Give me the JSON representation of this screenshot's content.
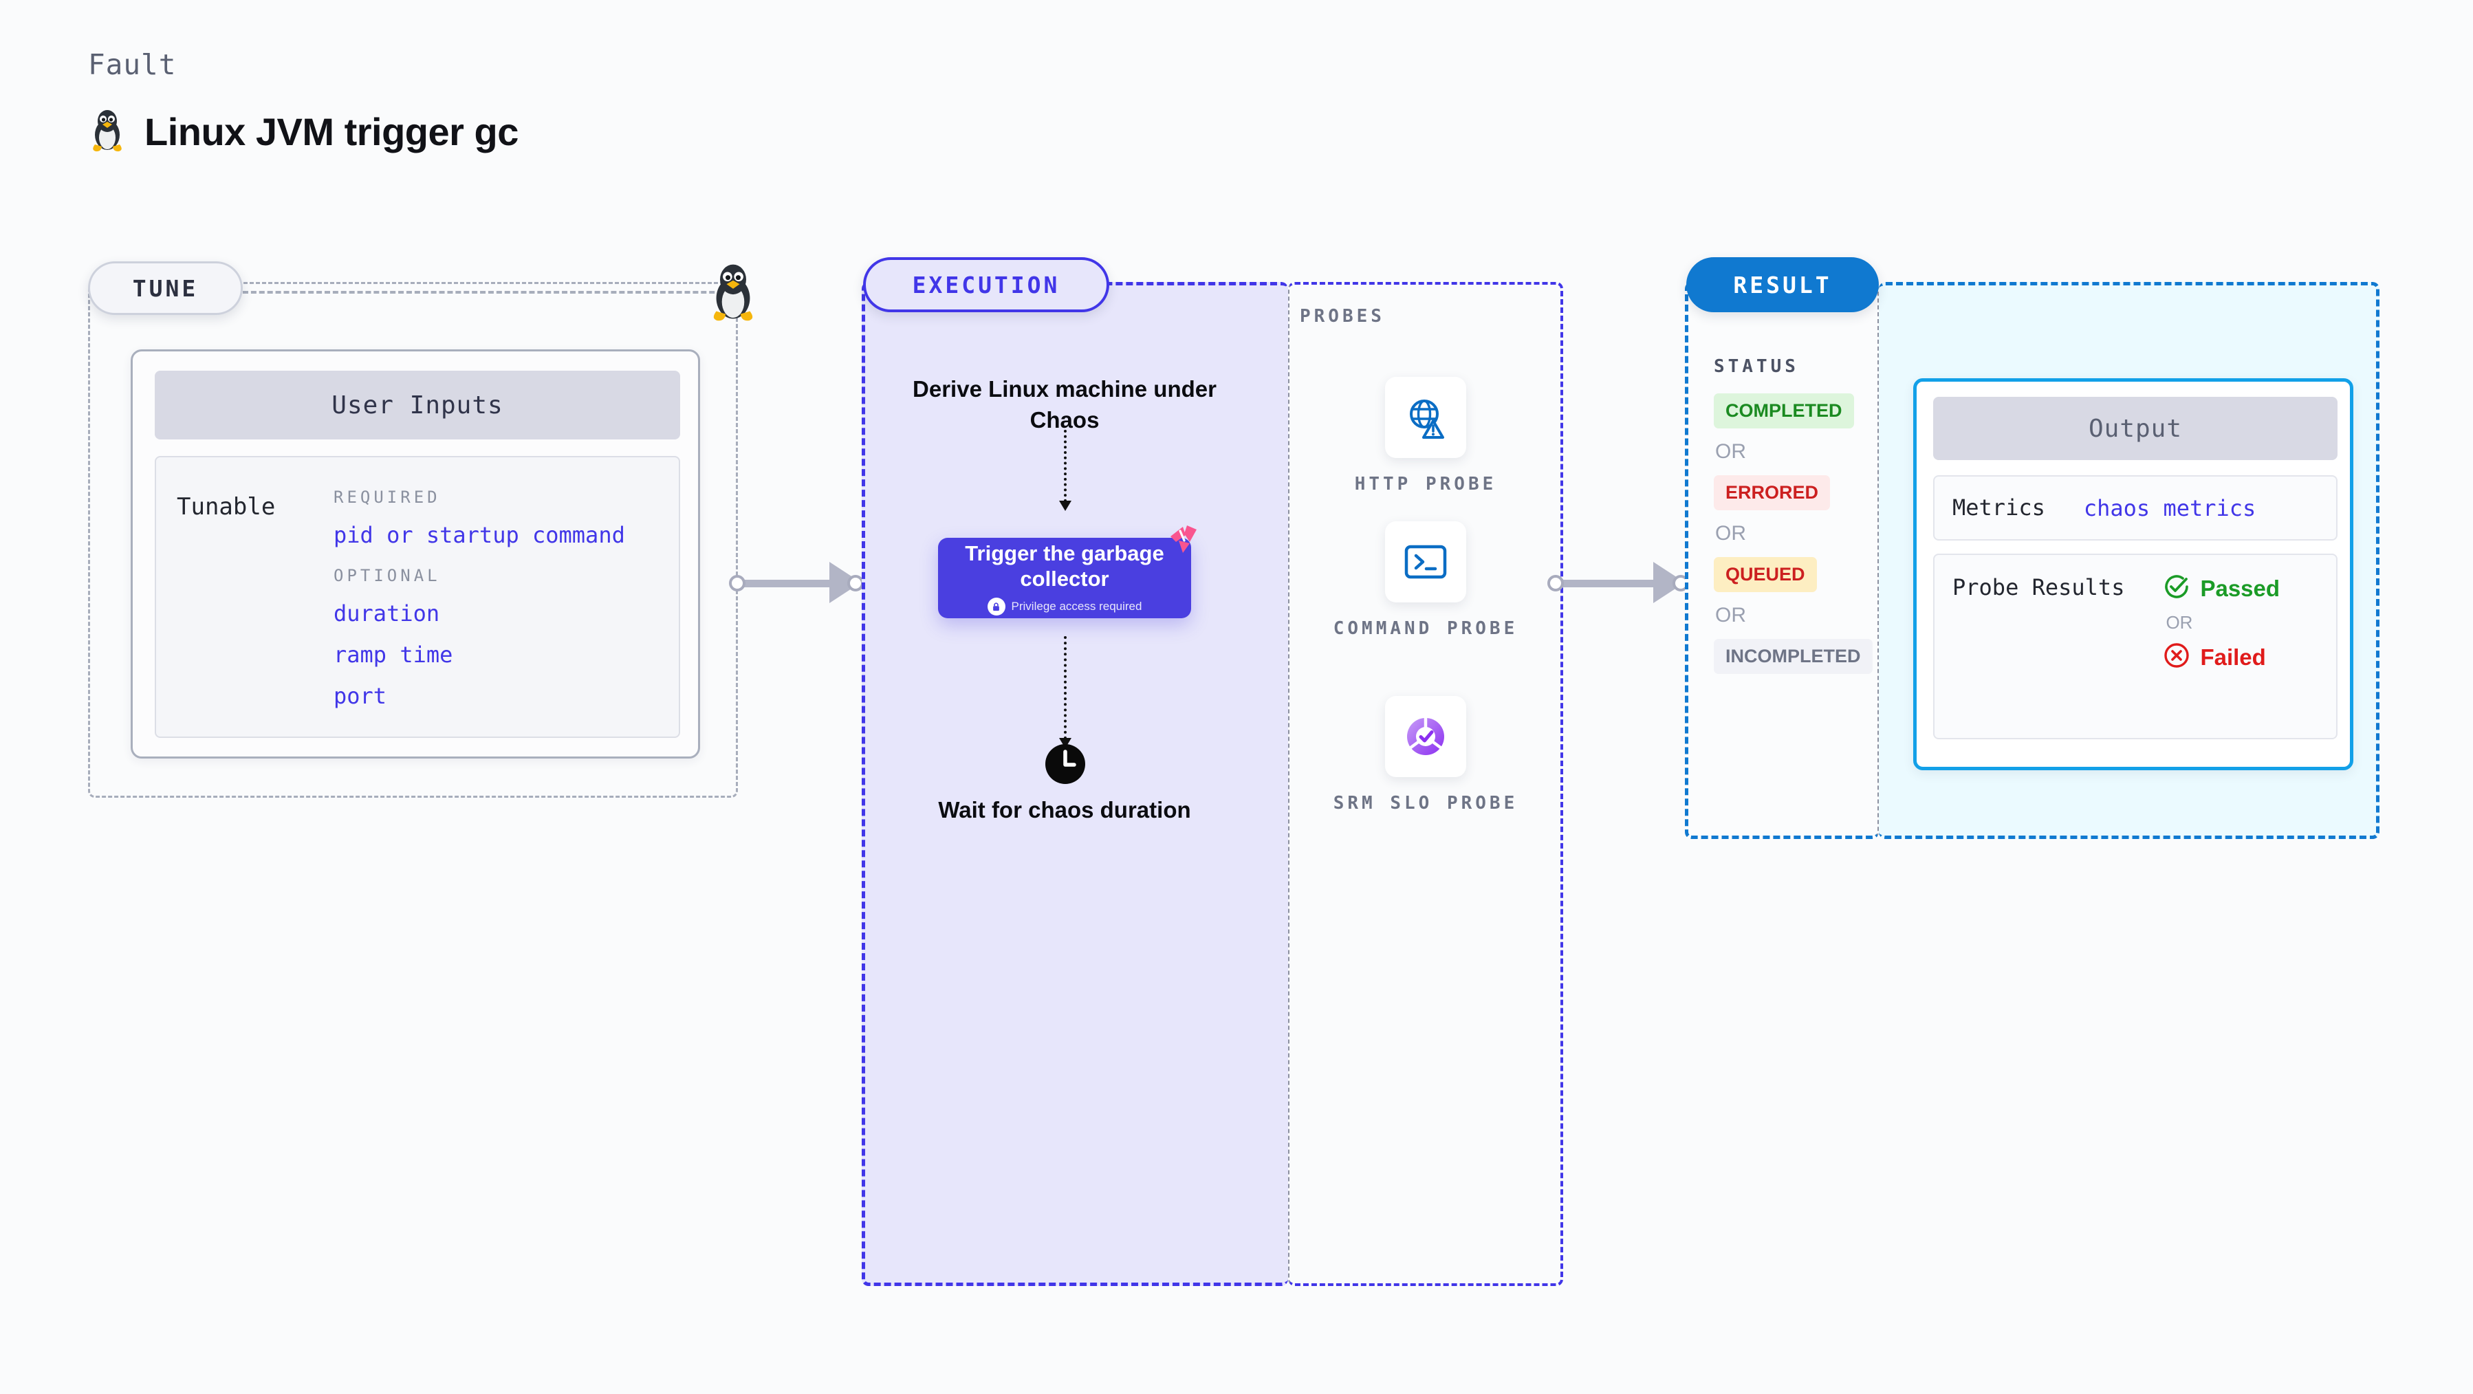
{
  "header": {
    "kicker": "Fault",
    "title": "Linux JVM trigger gc",
    "icon": "linux-penguin-icon"
  },
  "tune": {
    "pill_label": "TUNE",
    "card_header": "User Inputs",
    "tunable_label": "Tunable",
    "required_label": "REQUIRED",
    "required_items": [
      "pid or startup command"
    ],
    "optional_label": "OPTIONAL",
    "optional_items": [
      "duration",
      "ramp time",
      "port"
    ],
    "link_color": "#4136e8",
    "border_color": "#a7adbb"
  },
  "execution": {
    "pill_label": "EXECUTION",
    "step_derive": "Derive Linux machine under Chaos",
    "trigger": {
      "title": "Trigger the garbage collector",
      "privilege_note": "Privilege access required",
      "icon": "lock-icon",
      "badge_icon": "litmus-flag-icon",
      "bg_color": "#4a3fe0"
    },
    "step_wait": "Wait for chaos duration",
    "wait_icon": "clock-icon",
    "accent_color": "#4136e8",
    "panel_bg": "#e7e6fb"
  },
  "probes": {
    "title": "PROBES",
    "items": [
      {
        "label": "HTTP PROBE",
        "icon": "globe-warning-icon"
      },
      {
        "label": "COMMAND PROBE",
        "icon": "terminal-icon"
      },
      {
        "label": "SRM SLO PROBE",
        "icon": "slo-donut-check-icon"
      }
    ]
  },
  "result": {
    "pill_label": "RESULT",
    "status_title": "STATUS",
    "or_label": "OR",
    "statuses": [
      {
        "label": "COMPLETED",
        "bg": "#ddf5dc",
        "fg": "#1b8a21"
      },
      {
        "label": "ERRORED",
        "bg": "#fdeaea",
        "fg": "#cc2020"
      },
      {
        "label": "QUEUED",
        "bg": "#fdeec2",
        "fg": "#cc2020"
      },
      {
        "label": "INCOMPLETED",
        "bg": "#f1f2f7",
        "fg": "#6e7486"
      }
    ],
    "accent_color": "#1079d0",
    "output": {
      "header": "Output",
      "metrics_key": "Metrics",
      "metrics_value": "chaos metrics",
      "probe_results_key": "Probe Results",
      "or_label": "OR",
      "passed_label": "Passed",
      "failed_label": "Failed",
      "passed_icon": "check-circle-icon",
      "failed_icon": "x-circle-icon",
      "passed_color": "#1b9b27",
      "failed_color": "#e01b1b",
      "border_color": "#12a0e8",
      "panel_bg": "#ebfaff"
    }
  }
}
